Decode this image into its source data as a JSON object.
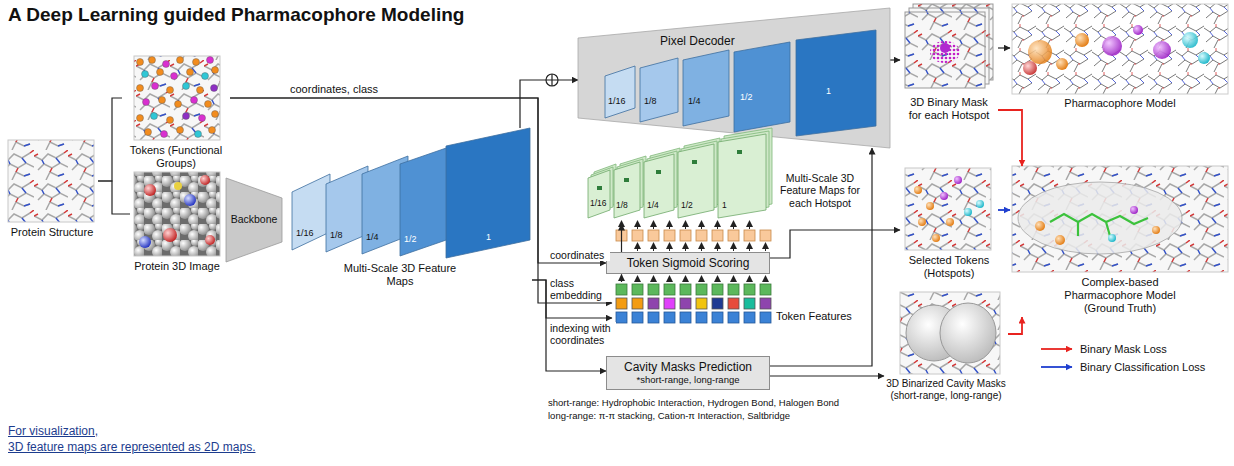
{
  "diagram": {
    "title": "A Deep Learning guided Pharmacophore Modeling",
    "nodes": [
      {
        "text": [
          "Protein Structure"
        ]
      },
      {
        "text": [
          "Tokens (Functional Groups)"
        ]
      },
      {
        "text": [
          "Protein 3D Image"
        ]
      },
      {
        "text": [
          "Backbone"
        ]
      },
      {
        "text": [
          "1/16",
          "1/8",
          "1/4",
          "1/2",
          "1",
          "Multi-Scale 3D Feature Maps"
        ]
      },
      {
        "text": [
          "Pixel Decoder",
          "1/16",
          "1/8",
          "1/4",
          "1/2",
          "1"
        ]
      },
      {
        "text": [
          "1/16",
          "1/8",
          "1/4",
          "1/2",
          "1",
          "Multi-Scale 3D Feature Maps for each Hotspot"
        ]
      },
      {
        "text": [
          "Token Sigmoid Scoring"
        ]
      },
      {
        "text": [
          "Token Features"
        ]
      },
      {
        "text": [
          "Cavity Masks Prediction",
          "*short-range, long-range"
        ]
      },
      {
        "text": [
          "3D Binary Mask for each Hotspot"
        ]
      },
      {
        "text": [
          "Selected Tokens (Hotspots)"
        ]
      },
      {
        "text": [
          "3D Binarized Cavity Masks (short-range, long-range)"
        ]
      },
      {
        "text": [
          "Pharmacophore Model"
        ]
      },
      {
        "text": [
          "Complex-based Pharmacophore Model (Ground Truth)"
        ]
      }
    ],
    "edges": [
      {
        "from": 0,
        "to": 1,
        "arrow": "none"
      },
      {
        "from": 0,
        "to": 2,
        "arrow": "none"
      },
      {
        "from": 1,
        "to": 7,
        "label": "coordinates",
        "arrow": "to"
      },
      {
        "from": 1,
        "to": 8,
        "label": "class embedding",
        "arrow": "to"
      },
      {
        "from": 4,
        "to": 5,
        "arrow": "to"
      },
      {
        "from": 4,
        "to": 8,
        "label": "indexing with coordinates",
        "arrow": "to"
      },
      {
        "from": 4,
        "to": 9,
        "arrow": "to"
      },
      {
        "from": 8,
        "to": 7,
        "arrow": "to"
      },
      {
        "from": 7,
        "to": 6,
        "arrow": "to"
      },
      {
        "from": 7,
        "to": 11,
        "arrow": "to"
      },
      {
        "from": 9,
        "to": 12,
        "arrow": "to"
      },
      {
        "from": 9,
        "to": 5,
        "arrow": "to"
      },
      {
        "from": 5,
        "to": 10,
        "arrow": "to"
      },
      {
        "from": 10,
        "to": 13,
        "arrow": "to"
      },
      {
        "from": 10,
        "to": 14,
        "arrow": "to"
      },
      {
        "from": 11,
        "to": 14,
        "arrow": "to"
      },
      {
        "from": 12,
        "to": 14,
        "arrow": "to"
      }
    ],
    "labels": [
      "coordinates, class",
      "short-range: Hydrophobic Interaction, Hydrogen Bond, Halogen Bond",
      "long-range: π-π stacking, Cation-π Interaction, Saltbridge",
      "For visualization,",
      "3D feature maps are represented as 2D maps."
    ],
    "legend": [
      {
        "text": "Binary Mask Loss"
      },
      {
        "text": "Binary Classification Loss"
      }
    ]
  }
}
